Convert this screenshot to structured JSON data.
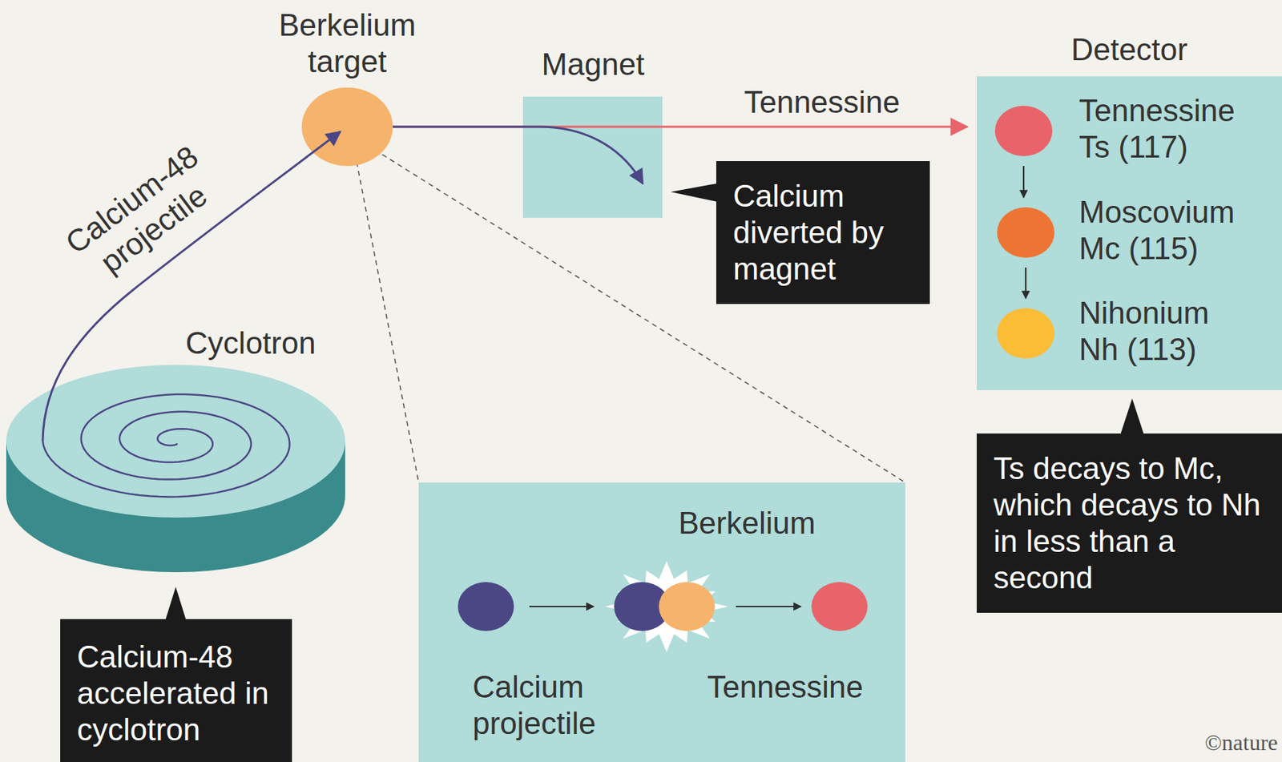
{
  "diagram": {
    "nodes": [
      {
        "text": [
          "Berkelium target"
        ]
      },
      {
        "text": [
          "Magnet"
        ]
      },
      {
        "text": [
          "Detector"
        ]
      },
      {
        "text": [
          "Tennessine Ts (117)"
        ],
        "in": 2
      },
      {
        "text": [
          "Moscovium Mc (115)"
        ],
        "in": 2
      },
      {
        "text": [
          "Nihonium Nh (113)"
        ],
        "in": 2
      },
      {
        "text": [
          "Calcium diverted by magnet"
        ]
      },
      {
        "text": [
          "Ts decays to Mc, which decays to Nh in less than a second"
        ]
      },
      {
        "text": [
          "Calcium-48 accelerated in cyclotron"
        ]
      },
      {
        "text": []
      },
      {
        "text": [
          "Calcium projectile"
        ],
        "in": 9
      },
      {
        "text": [
          "Berkelium"
        ],
        "in": 9
      },
      {
        "text": [
          "Tennessine"
        ],
        "in": 9
      }
    ],
    "edges": [
      {
        "from": 0,
        "to": 2,
        "arrow": "to",
        "label": "Tennessine"
      },
      {
        "from": 3,
        "to": 4,
        "arrow": "to"
      },
      {
        "from": 4,
        "to": 5,
        "arrow": "to"
      },
      {
        "from": 10,
        "to": 11,
        "arrow": "to"
      },
      {
        "from": 11,
        "to": 12,
        "arrow": "to"
      }
    ],
    "labels": [
      "Cyclotron",
      "Calcium-48 projectile",
      "©nature"
    ]
  }
}
